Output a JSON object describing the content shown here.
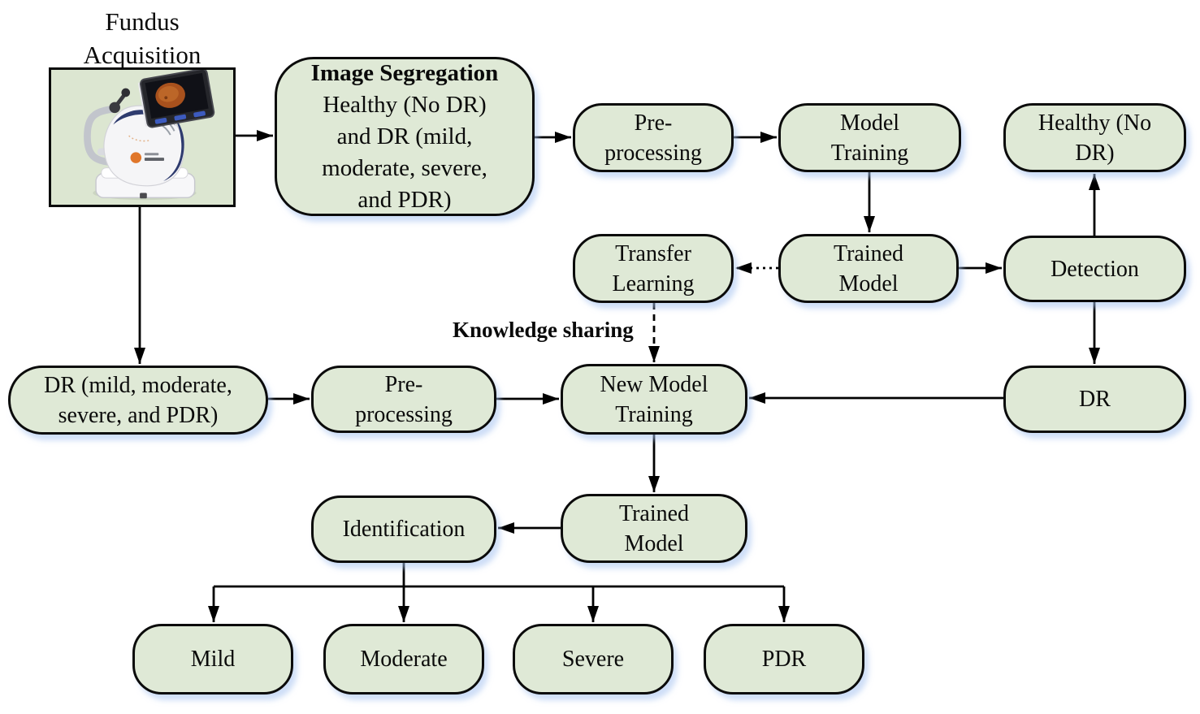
{
  "diagram": {
    "caption_top": {
      "lines": [
        "Fundus",
        "Acquisition"
      ]
    },
    "knowledge_sharing_label": "Knowledge sharing",
    "nodes": {
      "image_segregation": {
        "title": "Image Segregation",
        "lines": [
          "Healthy (No DR)",
          "and DR (mild,",
          "moderate, severe,",
          "and PDR)"
        ]
      },
      "preprocessing_top": {
        "lines": [
          "Pre-",
          "processing"
        ]
      },
      "model_training": {
        "lines": [
          "Model",
          "Training"
        ]
      },
      "healthy_no_dr": {
        "lines": [
          "Healthy (No",
          "DR)"
        ]
      },
      "transfer_learning": {
        "lines": [
          "Transfer",
          "Learning"
        ]
      },
      "trained_model_top": {
        "lines": [
          "Trained",
          "Model"
        ]
      },
      "detection": {
        "lines": [
          "Detection"
        ]
      },
      "dr_severity_input": {
        "lines": [
          "DR (mild, moderate,",
          "severe, and PDR)"
        ]
      },
      "preprocessing_bottom": {
        "lines": [
          "Pre-",
          "processing"
        ]
      },
      "new_model_training": {
        "lines": [
          "New Model",
          "Training"
        ]
      },
      "dr_output": {
        "lines": [
          "DR"
        ]
      },
      "trained_model_bottom": {
        "lines": [
          "Trained",
          "Model"
        ]
      },
      "identification": {
        "lines": [
          "Identification"
        ]
      },
      "mild": {
        "lines": [
          "Mild"
        ]
      },
      "moderate": {
        "lines": [
          "Moderate"
        ]
      },
      "severe": {
        "lines": [
          "Severe"
        ]
      },
      "pdr": {
        "lines": [
          "PDR"
        ]
      }
    },
    "colors": {
      "node_fill": "#dfe9d6",
      "node_border": "#0b0b0b",
      "arrow": "#000000",
      "shadow_tint": "#a5c3f0",
      "photo_background": "#dce6d1",
      "device_navy": "#2e3b6e",
      "device_orange": "#e0762a"
    }
  }
}
